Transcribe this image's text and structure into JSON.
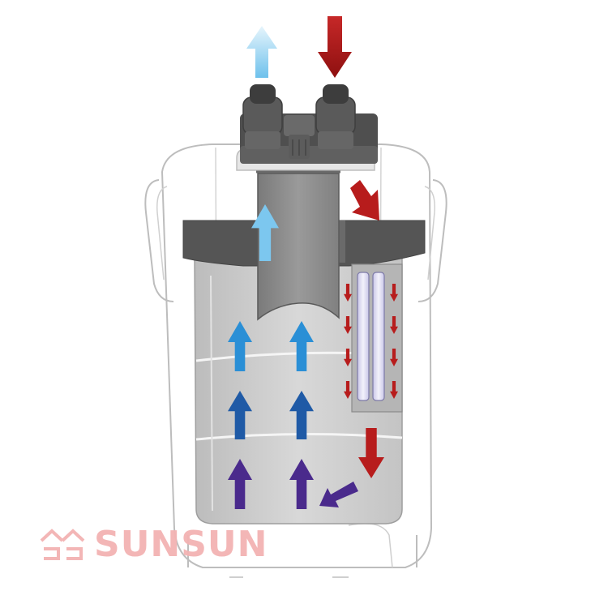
{
  "diagram": {
    "subject": "canister-filter-water-flow",
    "colors": {
      "inflow_red": "#b71c1c",
      "outflow_light_blue": "#a9dbf5",
      "flow_blue": "#2a8fd6",
      "flow_dark_blue": "#1f5aa6",
      "flow_purple": "#4a2a8c",
      "body_gray": "#c9c9c9",
      "cap_dark": "#5f5f5f"
    },
    "flow_arrows": [
      {
        "id": "inlet",
        "direction": "down",
        "color": "inflow_red"
      },
      {
        "id": "outlet",
        "direction": "up",
        "color": "outflow_light_blue"
      }
    ]
  },
  "watermark": {
    "brand": "SUNSUN",
    "color": "#f3b3b3"
  }
}
